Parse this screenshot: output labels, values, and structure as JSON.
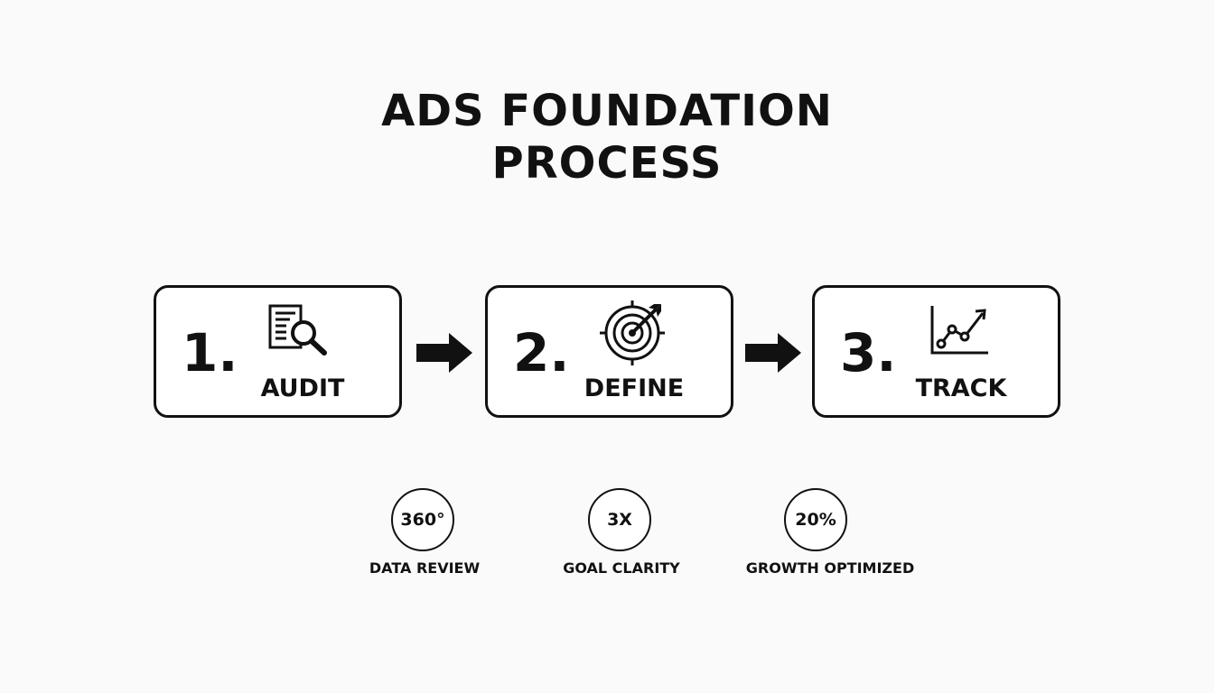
{
  "title": {
    "line1": "ADS FOUNDATION",
    "line2": "PROCESS"
  },
  "steps": [
    {
      "number": "1.",
      "label": "AUDIT",
      "icon": "document-magnifier-icon"
    },
    {
      "number": "2.",
      "label": "DEFINE",
      "icon": "target-arrow-icon"
    },
    {
      "number": "3.",
      "label": "TRACK",
      "icon": "line-chart-icon"
    }
  ],
  "connectors": [
    {
      "icon": "arrow-right-icon"
    },
    {
      "icon": "arrow-right-icon"
    }
  ],
  "stats": [
    {
      "value": "360°",
      "label": "DATA REVIEW"
    },
    {
      "value": "3X",
      "label": "GOAL CLARITY"
    },
    {
      "value": "20%",
      "label": "GROWTH OPTIMIZED"
    }
  ],
  "colors": {
    "ink": "#111111",
    "background": "#fafafa",
    "card": "#ffffff"
  }
}
